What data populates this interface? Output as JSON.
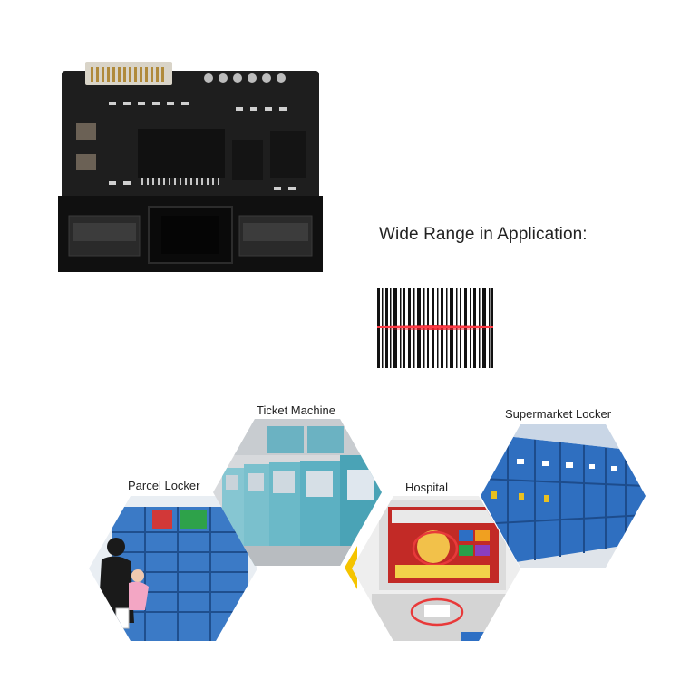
{
  "heading": "Wide Range in Application:",
  "applications": [
    {
      "label": "Parcel Locker",
      "icon": "parcel-locker-photo"
    },
    {
      "label": "Ticket Machine",
      "icon": "ticket-machine-photo"
    },
    {
      "label": "Hospital",
      "icon": "hospital-kiosk-photo"
    },
    {
      "label": "Supermarket Locker",
      "icon": "supermarket-locker-photo"
    }
  ],
  "colors": {
    "pcb": "#1b1b1b",
    "scan_line": "#e8202a",
    "locker_blue": "#2f6fc0",
    "kiosk_teal": "#3f9fb0"
  }
}
